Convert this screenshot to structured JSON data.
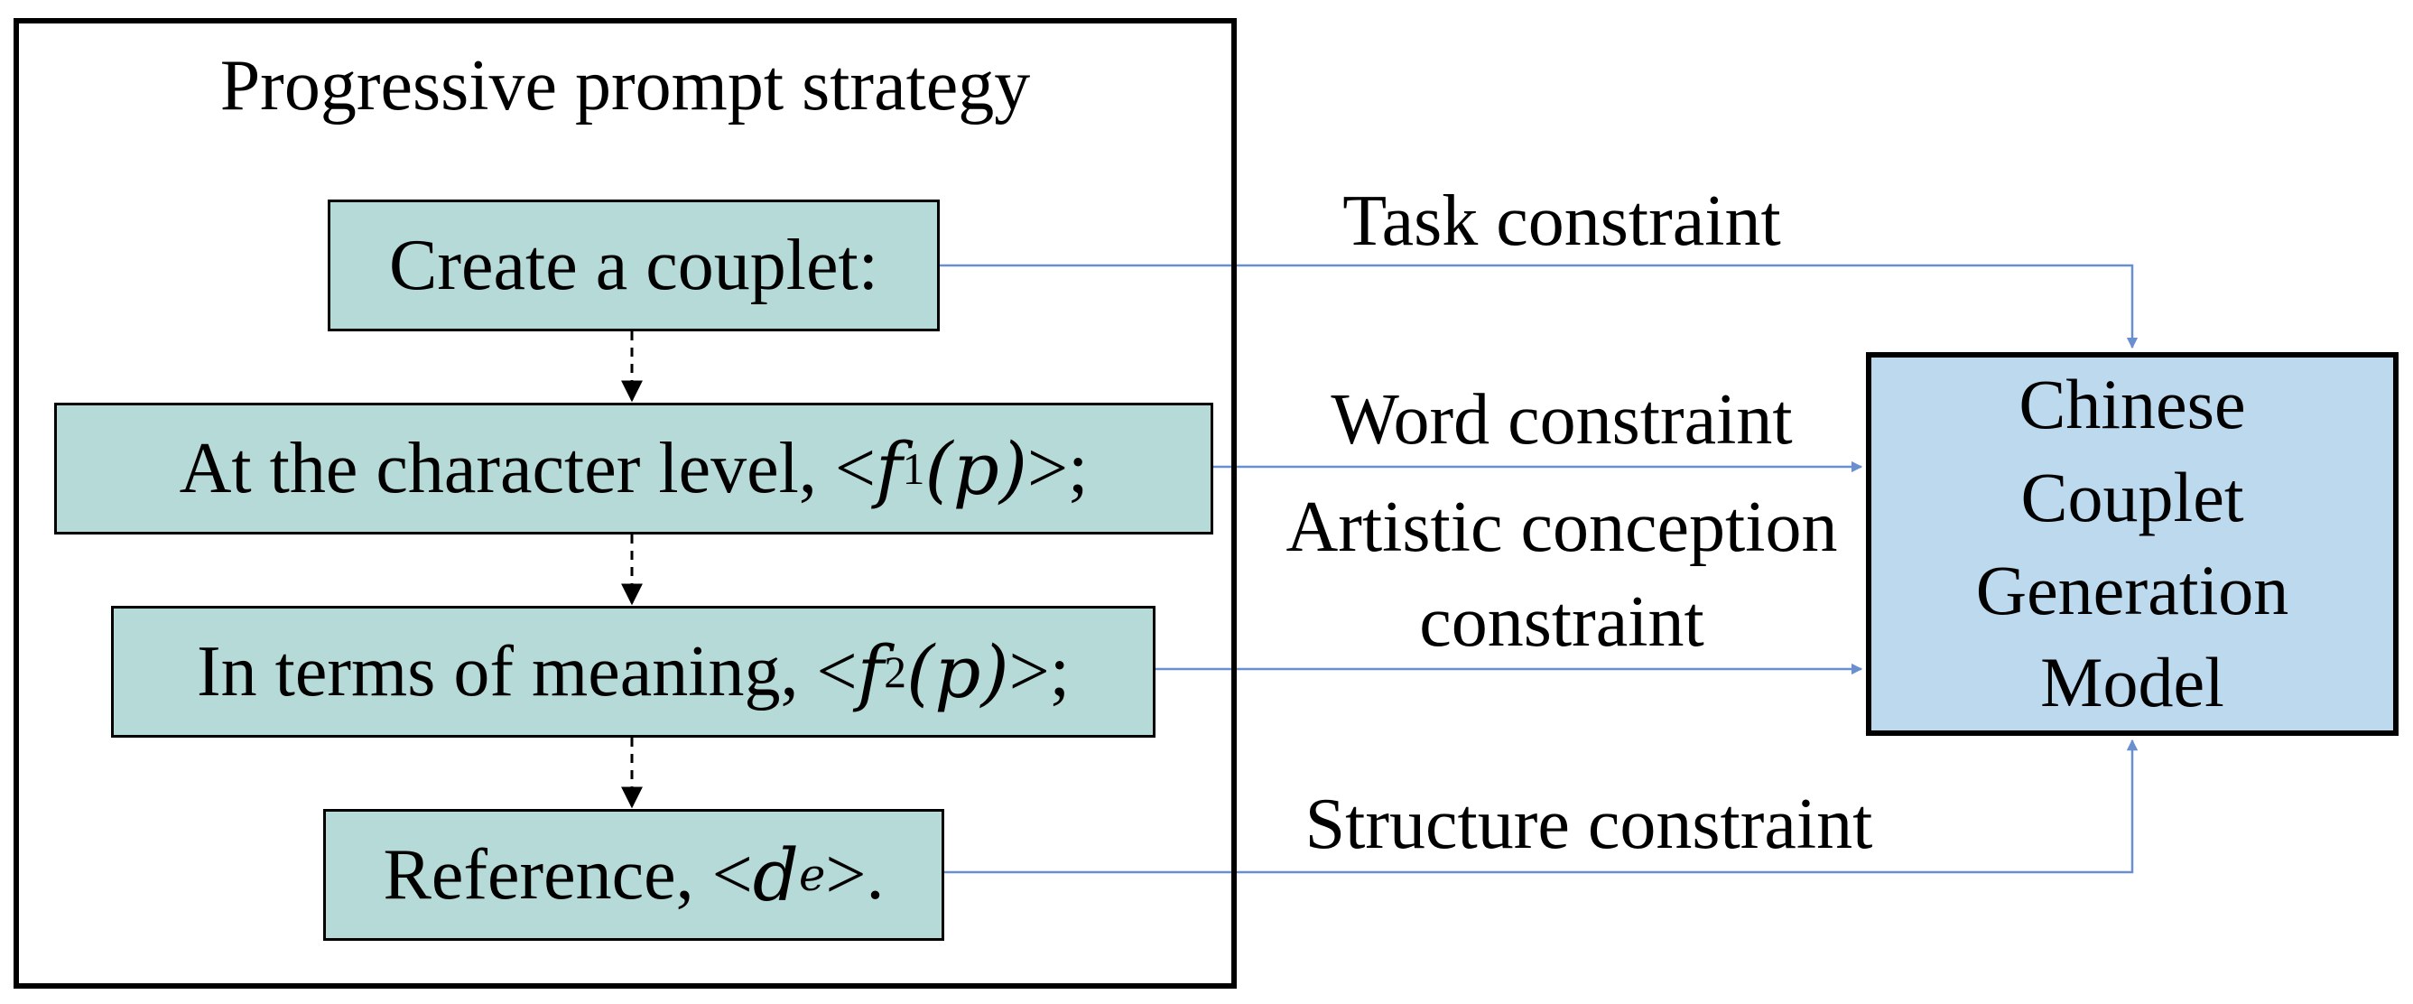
{
  "strategy": {
    "title": "Progressive prompt strategy",
    "steps": [
      {
        "text_before": "Create a couplet:"
      },
      {
        "text_before": "At the character level, < ",
        "func": "f",
        "sub": "1",
        "arg": "(p)",
        "text_after": ">;"
      },
      {
        "text_before": "In terms of meaning, <",
        "func": "f",
        "sub": "2",
        "arg": "(p)",
        "text_after": ">;"
      },
      {
        "text_before": "Reference, <",
        "func": "d",
        "sub": "e",
        "arg": "",
        "text_after": ">."
      }
    ]
  },
  "model": {
    "lines": [
      "Chinese",
      "Couplet",
      "Generation",
      "Model"
    ]
  },
  "constraints": {
    "task": "Task constraint",
    "word": "Word constraint",
    "artistic_line1": "Artistic conception",
    "artistic_line2": "constraint",
    "structure": "Structure constraint"
  },
  "colors": {
    "step_fill": "#b5dad8",
    "model_fill": "#bcd9ee",
    "connector": "#6a8fd0",
    "border": "#000000"
  }
}
